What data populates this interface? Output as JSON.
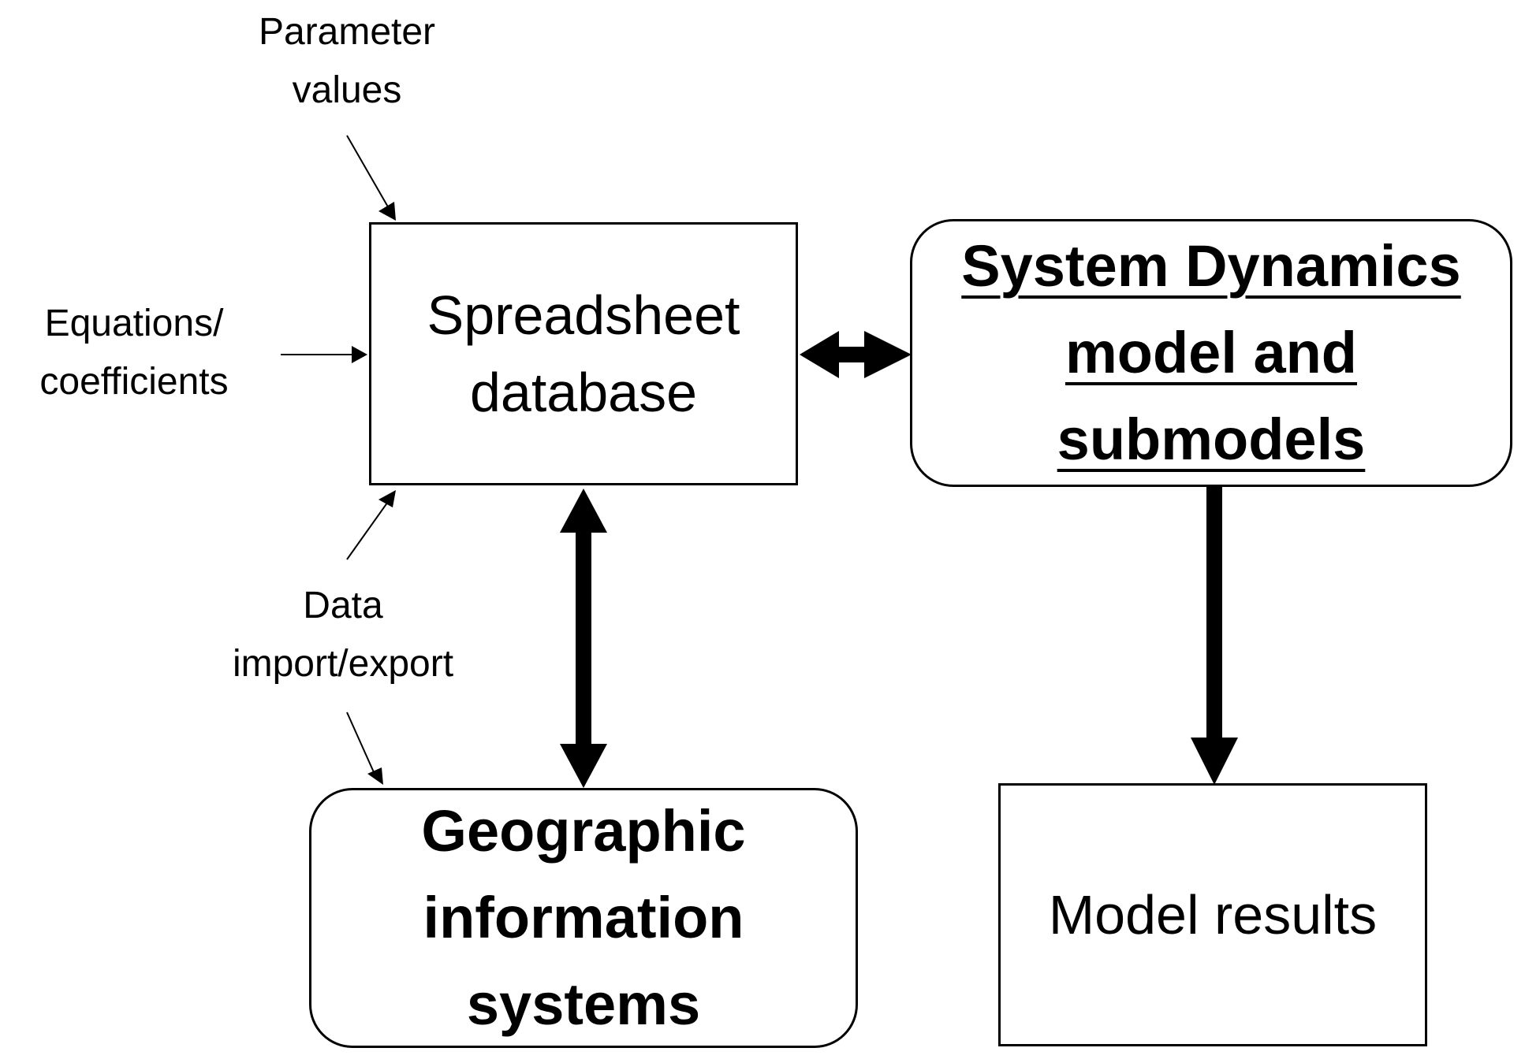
{
  "boxes": {
    "spreadsheet": {
      "lines": [
        "Spreadsheet",
        "database"
      ]
    },
    "system_dynamics": {
      "lines": [
        "System Dynamics",
        "model and",
        "submodels"
      ]
    },
    "gis": {
      "lines": [
        "Geographic",
        "information",
        "systems"
      ]
    },
    "model_results": {
      "lines": [
        "Model results"
      ]
    }
  },
  "inputs": {
    "parameter_values": {
      "lines": [
        "Parameter",
        "values"
      ]
    },
    "equations_coefficients": {
      "lines": [
        "Equations/",
        "coefficients"
      ]
    },
    "data_import_export": {
      "lines": [
        "Data",
        "import/export"
      ]
    }
  },
  "colors": {
    "stroke": "#000000",
    "background": "#ffffff"
  }
}
